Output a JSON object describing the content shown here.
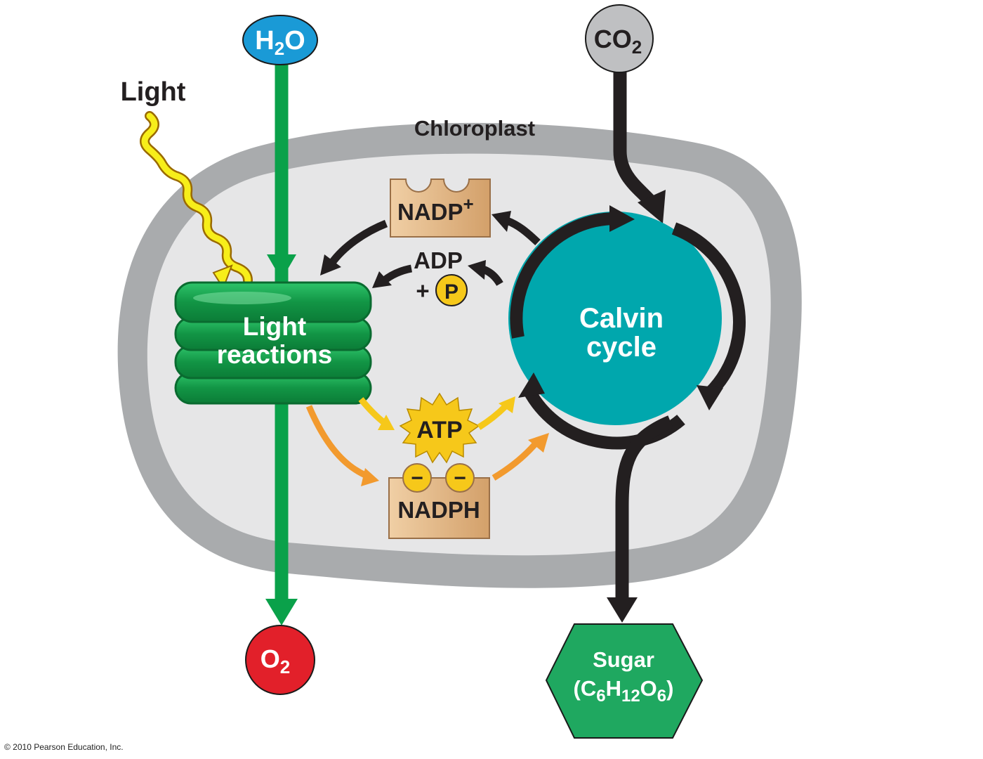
{
  "labels": {
    "water": "H",
    "water_sub": "2",
    "water_end": "O",
    "carbon_dioxide": "CO",
    "carbon_dioxide_sub": "2",
    "light": "Light",
    "chloroplast": "Chloroplast",
    "nadp": "NADP",
    "nadp_sup": "+",
    "adp": "ADP",
    "plus": "+",
    "phosphate": "P",
    "light_reactions_line1": "Light",
    "light_reactions_line2": "reactions",
    "calvin_line1": "Calvin",
    "calvin_line2": "cycle",
    "atp": "ATP",
    "nadph": "NADPH",
    "electron": "−",
    "oxygen": "O",
    "oxygen_sub": "2",
    "sugar": "Sugar",
    "sugar_formula_open": "(C",
    "sugar_formula_c": "6",
    "sugar_formula_h": "H",
    "sugar_formula_h_sub": "12",
    "sugar_formula_o": "O",
    "sugar_formula_o_sub": "6",
    "sugar_formula_close": ")"
  },
  "copyright": "© 2010 Pearson Education, Inc.",
  "colors": {
    "water": "#1a9ad6",
    "carbon_dioxide": "#bfc0c2",
    "oxygen": "#e2202a",
    "sugar": "#1fa860",
    "green_arrow": "#0aa14a",
    "chloroplast_outer": "#a9abad",
    "chloroplast_inner": "#e6e6e7",
    "calvin": "#00a7ad",
    "thylakoid": "#16a24c",
    "nadp_box": "#e2b98a",
    "atp_star": "#f6c81a",
    "orange_arrow": "#f29a2e",
    "yellow_arrow": "#f6c81a"
  }
}
